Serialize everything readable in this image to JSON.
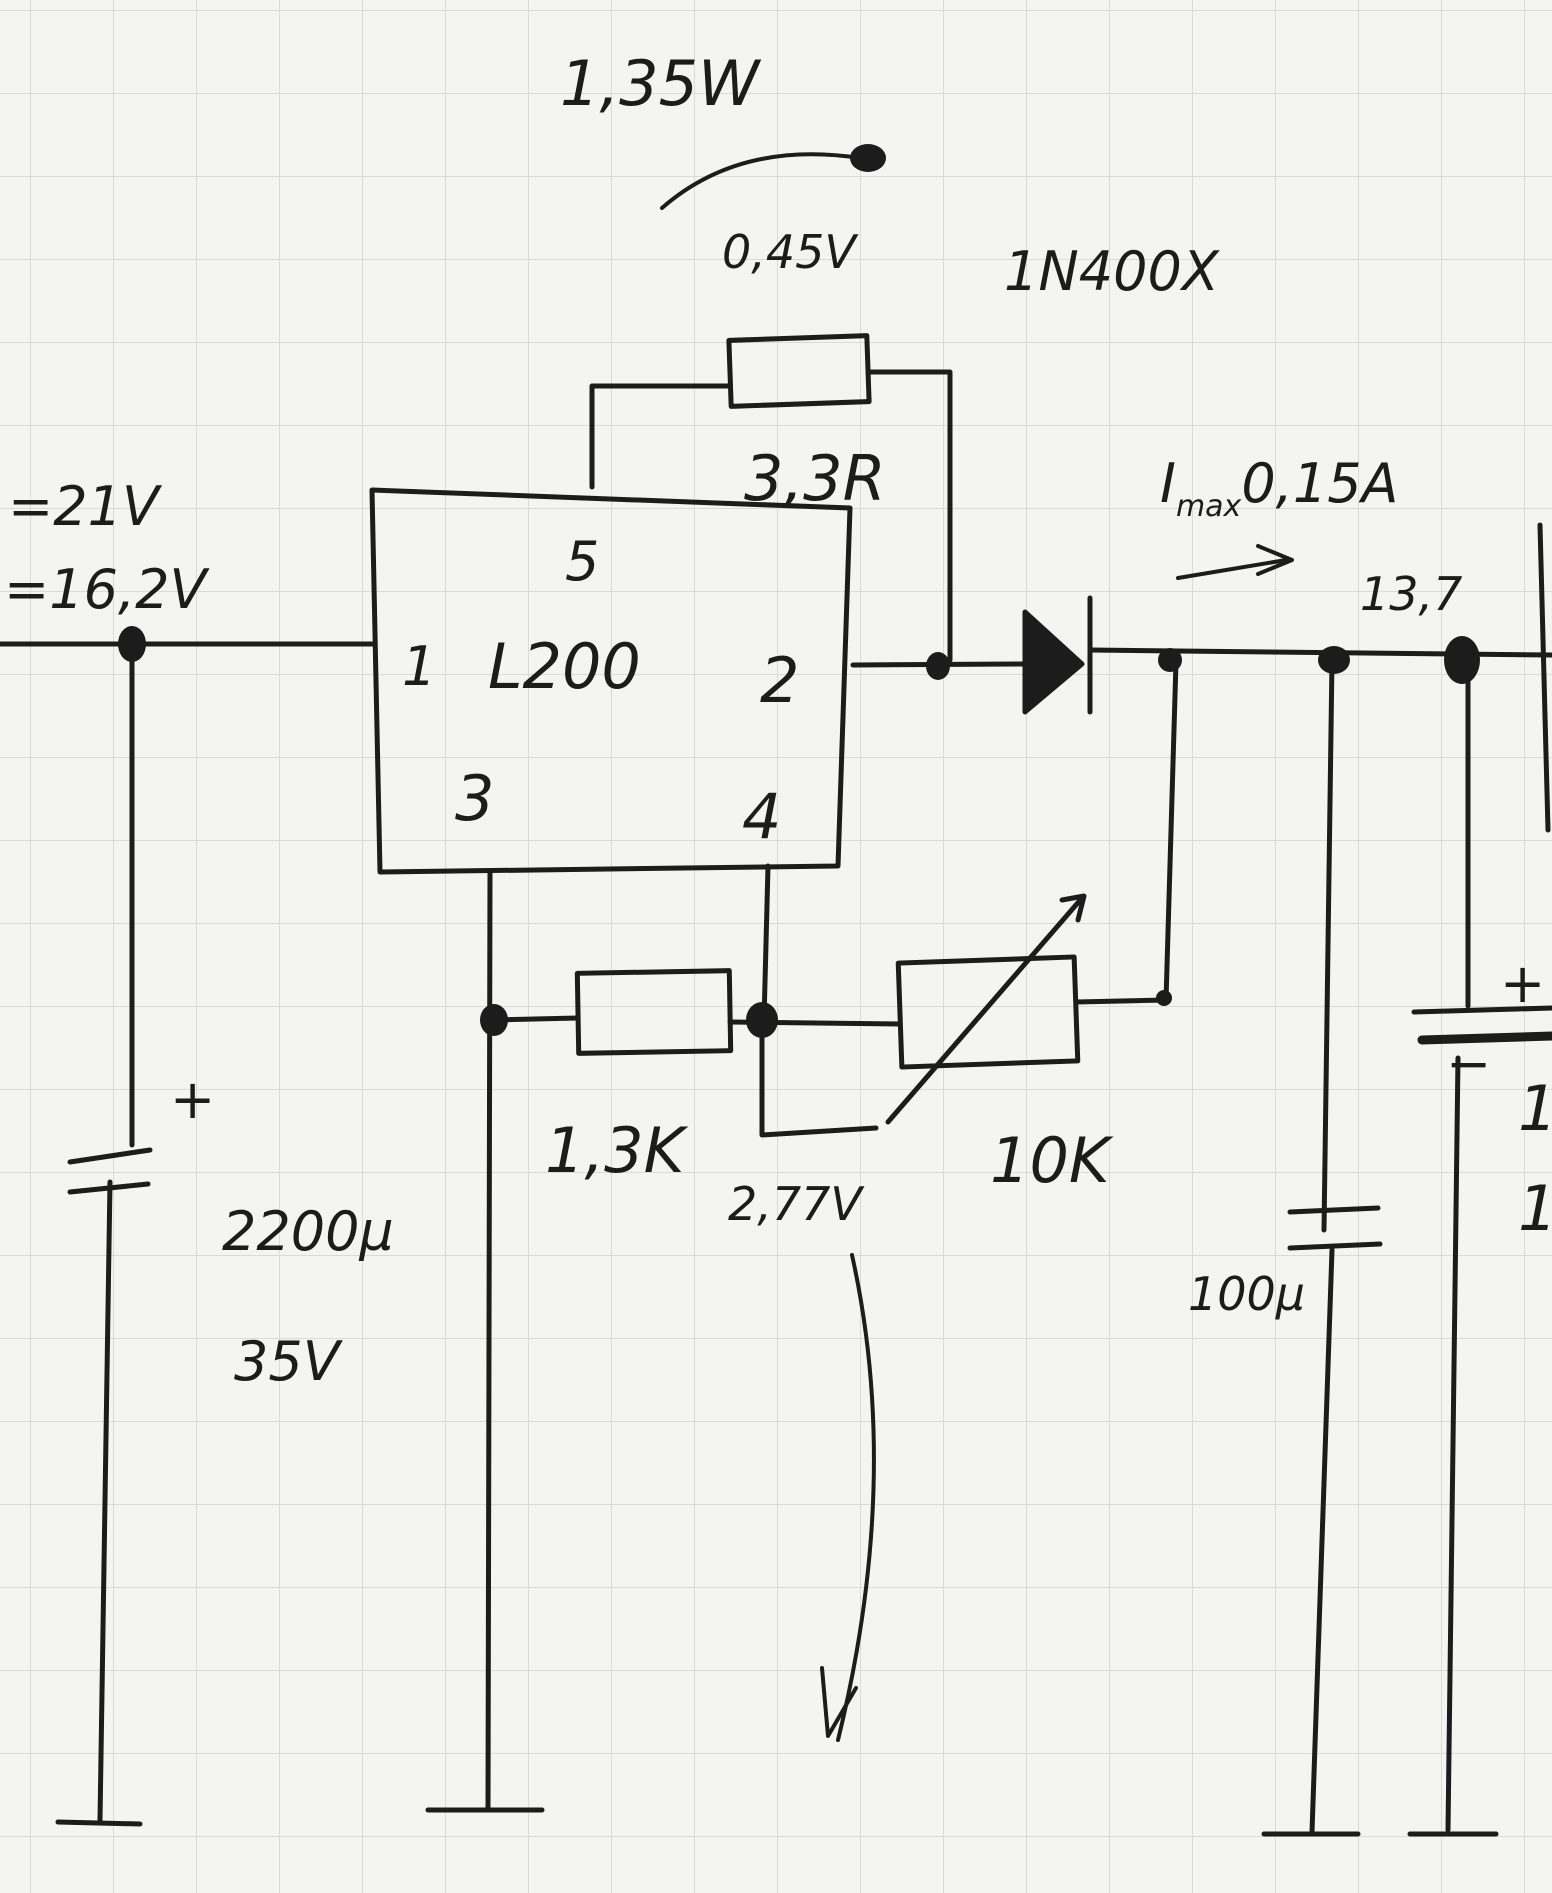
{
  "labels": {
    "power_dissipation": "1,35W",
    "resistor_voltage": "0,45V",
    "diode": "1N400X",
    "shunt_resistor": "3,3R",
    "v_in_1": "=21V",
    "v_in_2": "=16,2V",
    "ic_pin5": "5",
    "ic_pin1": "1",
    "ic_name": "L200",
    "ic_pin2": "2",
    "ic_pin3": "3",
    "ic_pin4": "4",
    "current_symbol": "I",
    "current_sub": "max",
    "current_value": "0,15A",
    "output_voltage": "13,7",
    "plus_left": "+",
    "plus_right": "+",
    "minus_right": "−",
    "cap_in_value": "2200µ",
    "cap_in_voltage": "35V",
    "resistor_low": "1,3K",
    "pot": "10K",
    "ref_voltage": "2,77V",
    "cap_out": "100µ",
    "edge_text_1": "1",
    "edge_text_2": "1"
  },
  "colors": {
    "ink": "#1c1c1c",
    "paper": "#f4f4f2",
    "grid": "#dadad6"
  }
}
